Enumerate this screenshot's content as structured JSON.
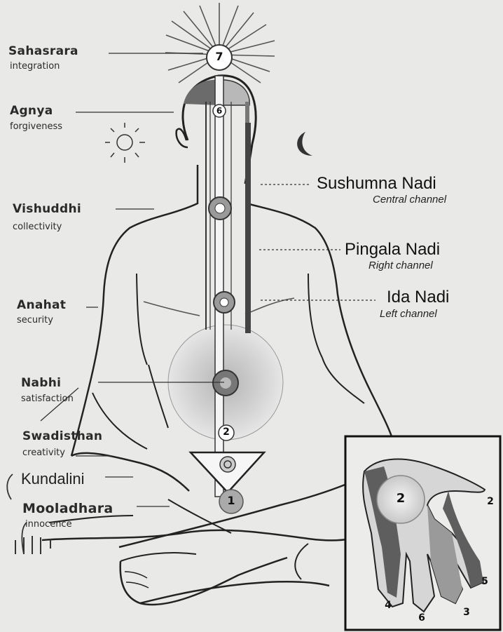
{
  "chakras_left": [
    {
      "name": "Sahasrara",
      "quality": "integration"
    },
    {
      "name": "Agnya",
      "quality": "forgiveness"
    },
    {
      "name": "Vishuddhi",
      "quality": "collectivity"
    },
    {
      "name": "Anahat",
      "quality": "security"
    },
    {
      "name": "Nabhi",
      "quality": "satisfaction"
    },
    {
      "name": "Swadisthan",
      "quality": "creativity"
    },
    {
      "name": "Kundalini"
    },
    {
      "name": "Mooladhara",
      "quality": "innocence"
    }
  ],
  "channels": [
    {
      "name": "Sushumna Nadi",
      "desc": "Central channel"
    },
    {
      "name": "Pingala Nadi",
      "desc": "Right channel"
    },
    {
      "name": "Ida Nadi",
      "desc": "Left channel"
    }
  ],
  "body_numbers": {
    "sahasrara": "7",
    "agnya": "6",
    "swadisthan": "2",
    "mooladhara": "1"
  },
  "hand_numbers": {
    "palm": "2",
    "thumb": "2",
    "little": "5",
    "ring": "4",
    "middle": "6",
    "index": "3"
  }
}
